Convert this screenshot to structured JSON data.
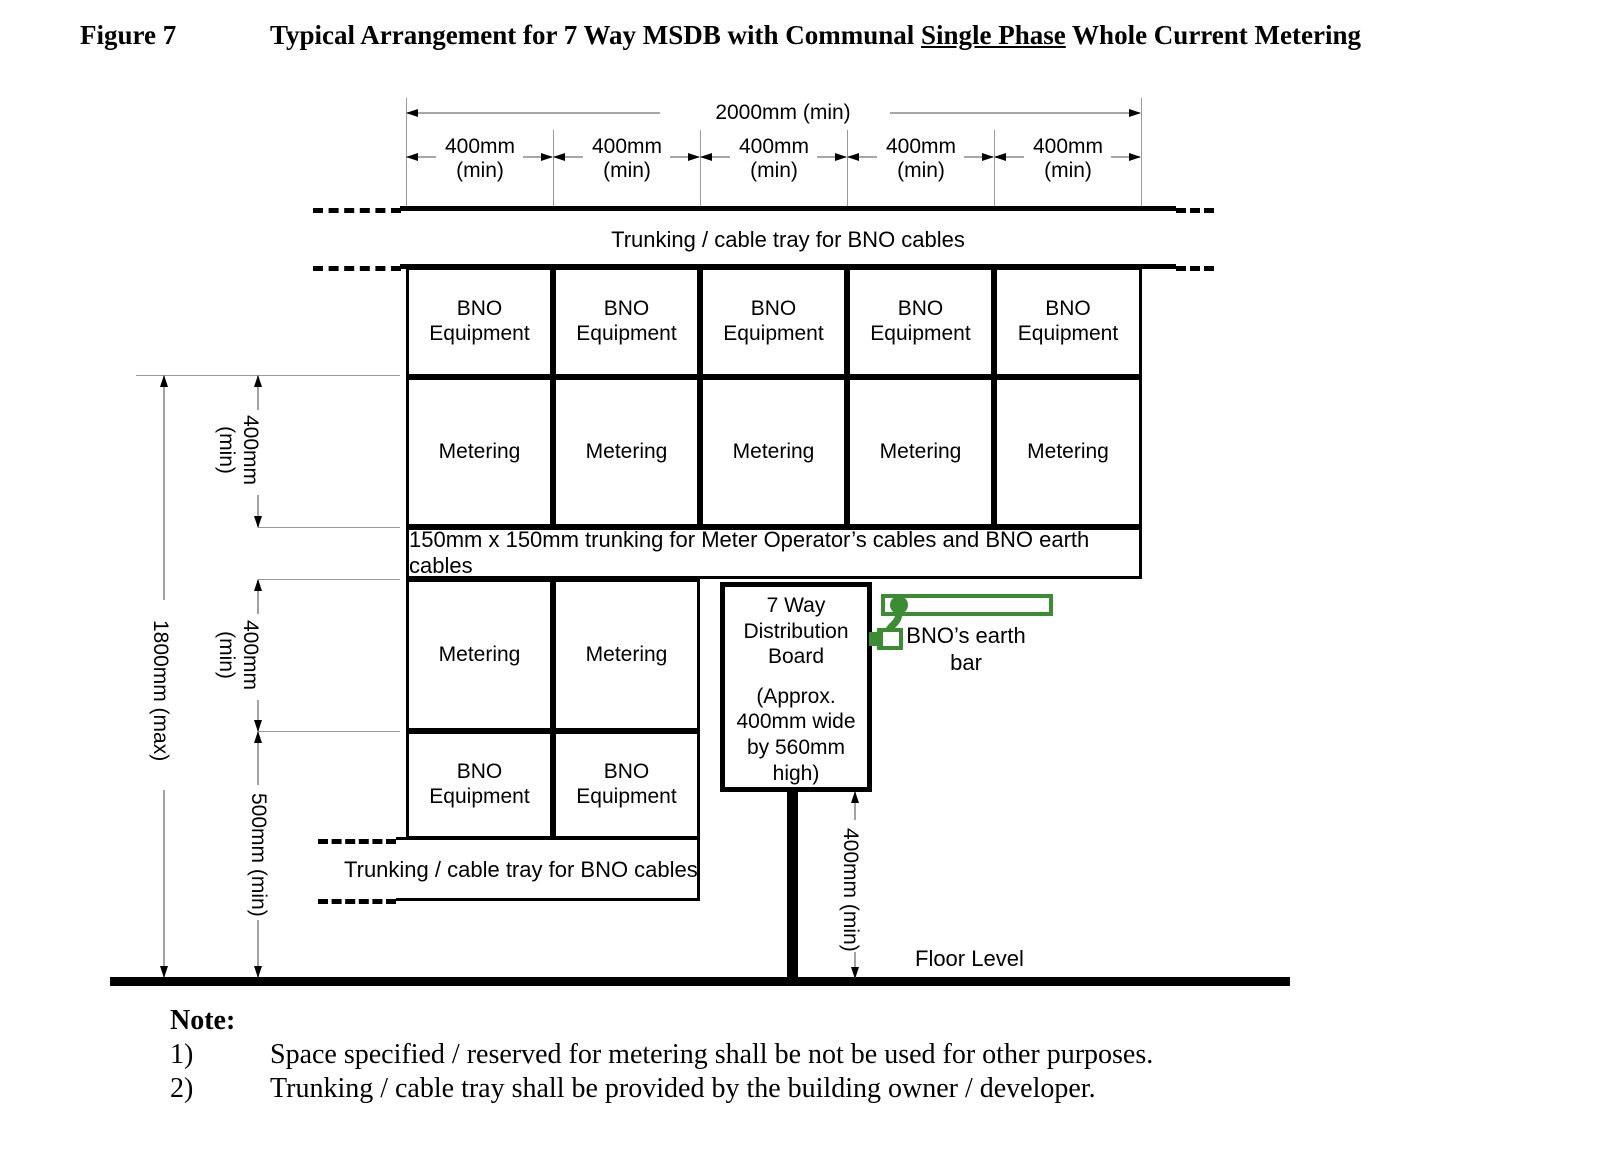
{
  "figure": {
    "number": "Figure 7",
    "title_part1": "Typical Arrangement for 7 Way MSDB with Communal ",
    "title_emphasis": "Single Phase",
    "title_part2": " Whole Current Metering"
  },
  "dimensions": {
    "overall_width": "2000mm (min)",
    "bay_width": "400mm\n(min)",
    "bay_width_line1": "400mm",
    "bay_width_line2": "(min)",
    "overall_height": "1800mm (max)",
    "upper_block_height": "400mm\n(min)",
    "lower_block_height": "400mm\n(min)",
    "bottom_block_height": "500mm (min)",
    "db_to_floor": "400mm (min)",
    "bay_widths": [
      "400mm\n(min)",
      "400mm\n(min)",
      "400mm\n(min)",
      "400mm\n(min)",
      "400mm\n(min)"
    ]
  },
  "labels": {
    "trunking_top": "Trunking / cable tray for BNO cables",
    "trunking_bottom": "Trunking / cable tray for BNO cables",
    "trunking_middle": "150mm x 150mm trunking for Meter Operator’s cables and BNO earth cables",
    "floor_level": "Floor Level",
    "earth_bar": "BNO’s earth\nbar",
    "earth_bar_line1": "BNO’s earth",
    "earth_bar_line2": "bar"
  },
  "grid": {
    "upper_bno_row": [
      "BNO\nEquipment",
      "BNO\nEquipment",
      "BNO\nEquipment",
      "BNO\nEquipment",
      "BNO\nEquipment"
    ],
    "upper_metering_row": [
      "Metering",
      "Metering",
      "Metering",
      "Metering",
      "Metering"
    ],
    "lower_metering_row": [
      "Metering",
      "Metering"
    ],
    "lower_bno_row": [
      "BNO\nEquipment",
      "BNO\nEquipment"
    ],
    "cell_bno_line1": "BNO",
    "cell_bno_line2": "Equipment",
    "cell_metering": "Metering"
  },
  "distribution_board": {
    "line1": "7 Way",
    "line2": "Distribution",
    "line3": "Board",
    "line4": "(Approx.",
    "line5": "400mm wide",
    "line6": "by 560mm",
    "line7": "high)"
  },
  "notes": {
    "heading": "Note:",
    "items": [
      {
        "num": "1)",
        "text": "Space specified / reserved for metering shall be not be used for other purposes."
      },
      {
        "num": "2)",
        "text": "Trunking / cable tray shall be provided by the building owner / developer."
      }
    ]
  },
  "colors": {
    "earth_green": "#3c8c33",
    "line_black": "#000000",
    "dim_grey": "#9a9a9a"
  }
}
